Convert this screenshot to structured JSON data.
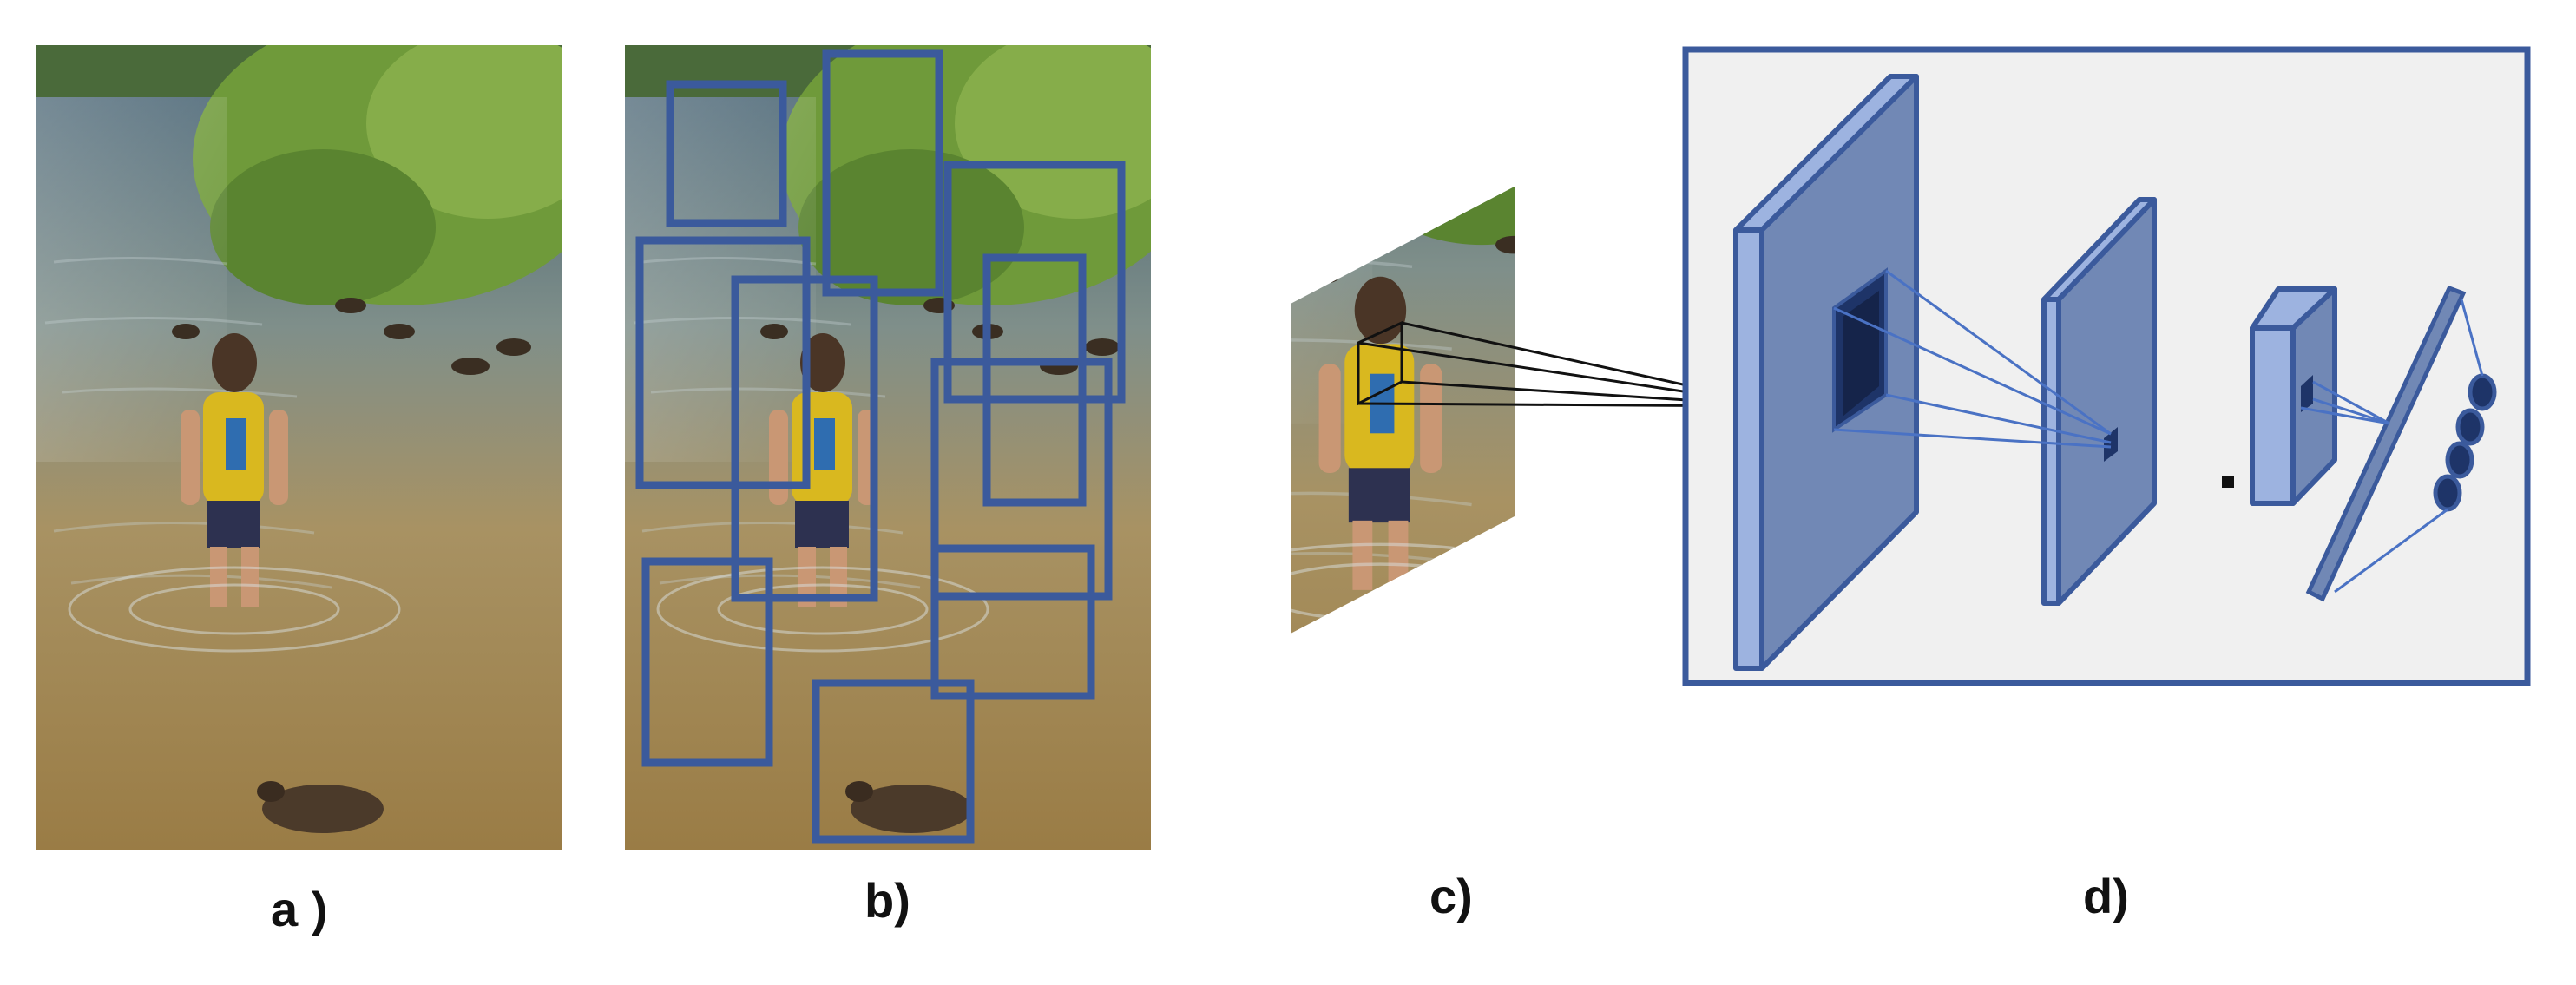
{
  "labels": {
    "a": "a )",
    "b": "b)",
    "c": "c)",
    "d": "d)"
  },
  "colors": {
    "box_stroke": "#3b5a9c",
    "layer_face": "#7188b5",
    "layer_side": "#9db3e0",
    "layer_edge": "#3b5a9c",
    "kernel_dark": "#1e3468",
    "frame_fill": "#f0f0f0",
    "water_top": "#4f6f7e",
    "water_bottom": "#a58b55",
    "vegetation": "#6f9a3a"
  },
  "icons": {
    "photo": "lake-scene-photo",
    "cnn": "cnn-layer-stack"
  }
}
